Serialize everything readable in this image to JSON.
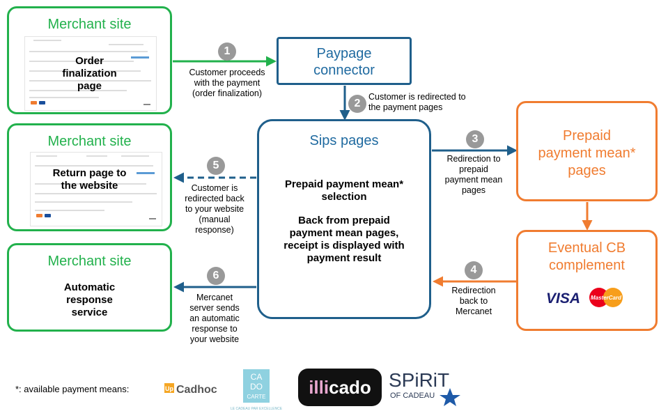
{
  "merchant_order": {
    "title": "Merchant site",
    "overlay": [
      "Order",
      "finalization",
      "page"
    ]
  },
  "merchant_return": {
    "title": "Merchant site",
    "overlay": [
      "Return page to",
      "the website"
    ]
  },
  "merchant_auto": {
    "title": "Merchant site",
    "body": [
      "Automatic",
      "response",
      "service"
    ]
  },
  "paypage": {
    "title": [
      "Paypage",
      "connector"
    ]
  },
  "sips": {
    "title": "Sips pages",
    "body_1": [
      "Prepaid payment mean*",
      "selection"
    ],
    "body_2": [
      "Back from prepaid",
      "payment mean pages,",
      "receipt is displayed with",
      "payment result"
    ]
  },
  "prepaid": {
    "title": [
      "Prepaid",
      "payment mean*",
      "pages"
    ]
  },
  "cb": {
    "title": [
      "Eventual CB",
      "complement"
    ],
    "visa": "VISA",
    "mastercard": "MasterCard"
  },
  "steps": [
    {
      "num": "1",
      "text": [
        "Customer proceeds",
        "with the payment",
        "(order finalization)"
      ]
    },
    {
      "num": "2",
      "text": [
        "Customer is redirected to",
        "the payment pages"
      ]
    },
    {
      "num": "3",
      "text": [
        "Redirection to",
        "prepaid",
        "payment mean",
        "pages"
      ]
    },
    {
      "num": "4",
      "text": [
        "Redirection",
        "back to",
        "Mercanet"
      ]
    },
    {
      "num": "5",
      "text": [
        "Customer is",
        "redirected back",
        "to your website",
        "(manual",
        "response)"
      ]
    },
    {
      "num": "6",
      "text": [
        "Mercanet",
        "server sends",
        "an automatic",
        "response to",
        "your website"
      ]
    }
  ],
  "footer": {
    "label": "*: available payment means:",
    "logos": {
      "cadhoc_up": "Up",
      "cadhoc": "Cadhoc",
      "cado_1": "CA",
      "cado_2": "DO",
      "cado_3": "CARTE",
      "cado_tag": "LE CADEAU PAR EXCELLENCE",
      "illicado_1": "illi",
      "illicado_2": "cado",
      "spirit": "SPiRiT",
      "spirit_sub": "OF CADEAU"
    }
  },
  "colors": {
    "green": "#22b14c",
    "blue": "#1f5f8b",
    "orange": "#f07c30",
    "step_grey": "#999999"
  }
}
